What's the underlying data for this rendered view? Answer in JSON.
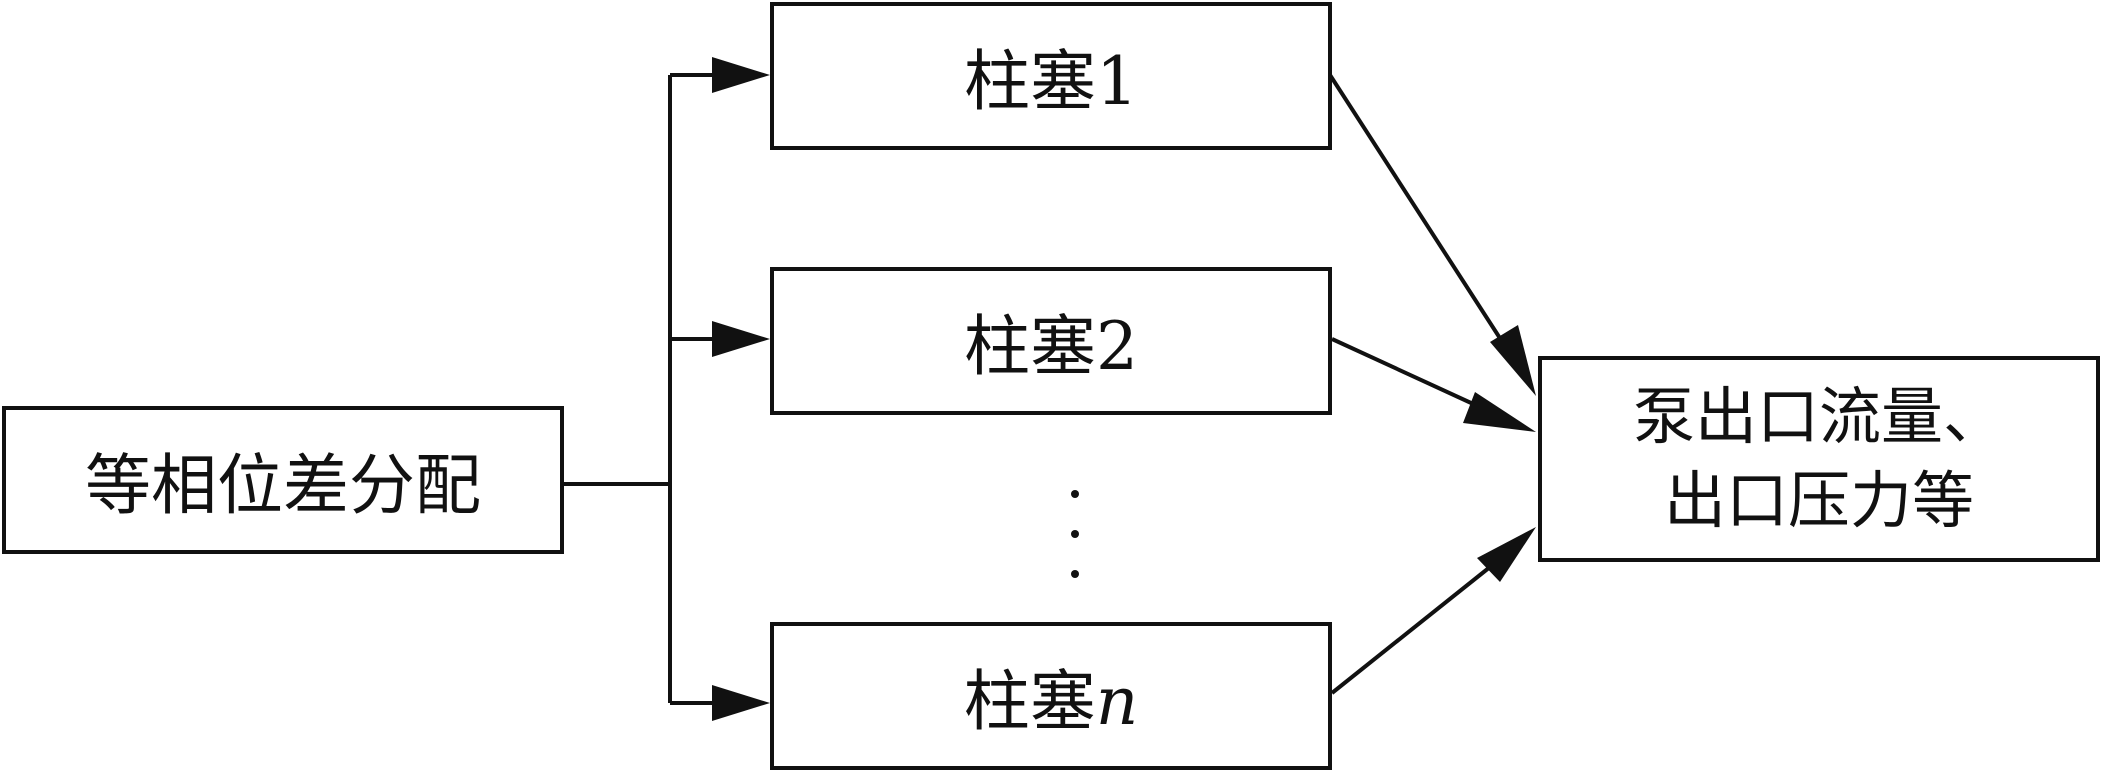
{
  "source": {
    "label": "等相位差分配"
  },
  "plungers": [
    {
      "prefix": "柱塞",
      "suffix": "1",
      "suffix_italic": false
    },
    {
      "prefix": "柱塞",
      "suffix": "2",
      "suffix_italic": false
    },
    {
      "prefix": "柱塞",
      "suffix": "n",
      "suffix_italic": true
    }
  ],
  "output": {
    "line1": "泵出口流量、",
    "line2": "出口压力等"
  },
  "ellipsis": "⋮"
}
